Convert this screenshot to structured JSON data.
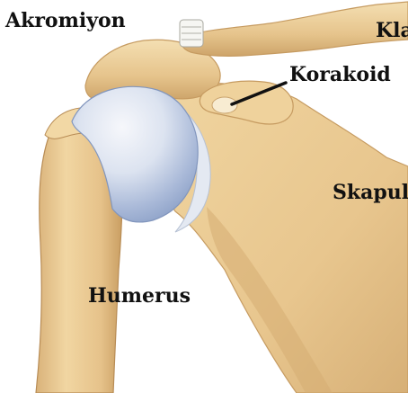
{
  "labels": {
    "acromion": "Akromiyon",
    "clavicle": "Kla",
    "coracoid": "Korakoid",
    "scapula": "Skapul",
    "humerus": "Humerus"
  },
  "colors": {
    "bone_fill": "#e9c88f",
    "bone_light": "#f3dcaa",
    "bone_shadow": "#c9a066",
    "cartilage": "#b8c6e0",
    "cartilage_highlight": "#eef2f8",
    "ligament": "#f5f5f0",
    "leader_line": "#111111"
  }
}
